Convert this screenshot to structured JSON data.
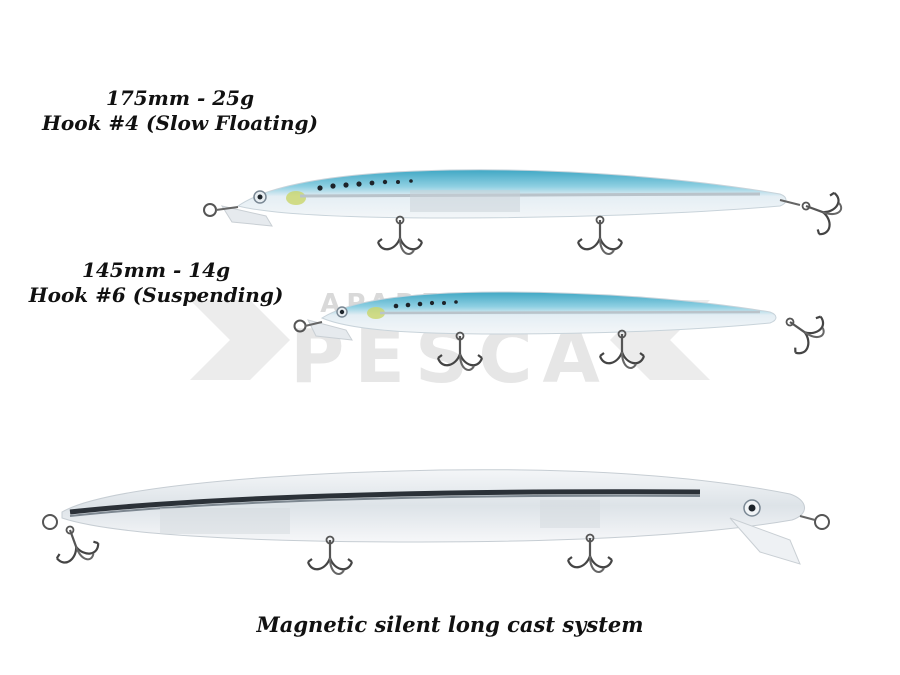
{
  "lures": [
    {
      "size_weight": "175mm - 25g",
      "hook": "Hook #4 (Slow Floating)",
      "color_scheme": "blue-sardine"
    },
    {
      "size_weight": "145mm - 14g",
      "hook": "Hook #6 (Suspending)",
      "color_scheme": "blue-sardine"
    },
    {
      "color_scheme": "ghost-clear"
    }
  ],
  "caption": "Magnetic silent long cast system",
  "watermark": {
    "top": "APAREJOS DE",
    "main": "PESCA",
    "mark": "X"
  },
  "colors": {
    "back_blue": "#5fb8d2",
    "body_clear": "#dfe6ec",
    "spine_dark": "#2b3138",
    "text": "#111111"
  }
}
